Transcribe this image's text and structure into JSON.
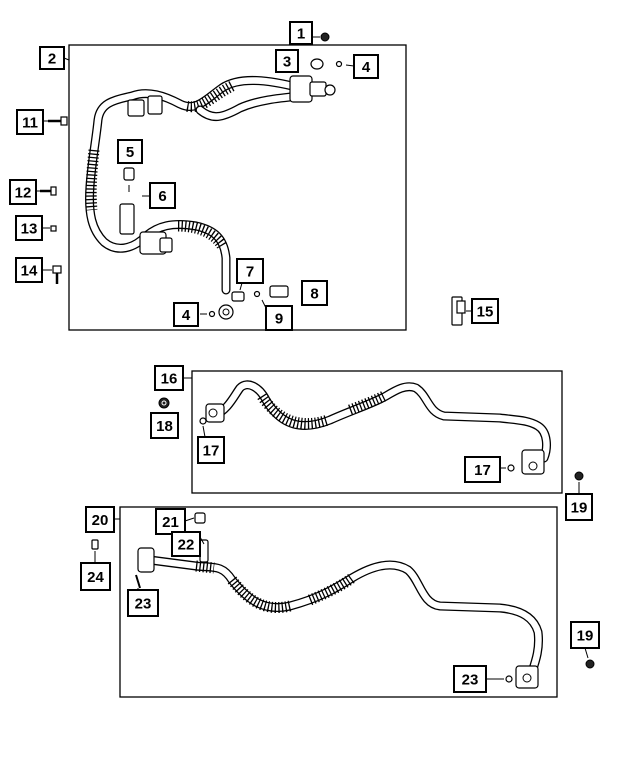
{
  "diagram": {
    "callouts": [
      {
        "id": "c1",
        "label": "1"
      },
      {
        "id": "c2",
        "label": "2"
      },
      {
        "id": "c3",
        "label": "3"
      },
      {
        "id": "c4a",
        "label": "4"
      },
      {
        "id": "c4b",
        "label": "4"
      },
      {
        "id": "c5",
        "label": "5"
      },
      {
        "id": "c6",
        "label": "6"
      },
      {
        "id": "c7",
        "label": "7"
      },
      {
        "id": "c8",
        "label": "8"
      },
      {
        "id": "c9",
        "label": "9"
      },
      {
        "id": "c11",
        "label": "11"
      },
      {
        "id": "c12",
        "label": "12"
      },
      {
        "id": "c13",
        "label": "13"
      },
      {
        "id": "c14",
        "label": "14"
      },
      {
        "id": "c15",
        "label": "15"
      },
      {
        "id": "c16",
        "label": "16"
      },
      {
        "id": "c17a",
        "label": "17"
      },
      {
        "id": "c17b",
        "label": "17"
      },
      {
        "id": "c18",
        "label": "18"
      },
      {
        "id": "c19a",
        "label": "19"
      },
      {
        "id": "c19b",
        "label": "19"
      },
      {
        "id": "c20",
        "label": "20"
      },
      {
        "id": "c21",
        "label": "21"
      },
      {
        "id": "c22",
        "label": "22"
      },
      {
        "id": "c23a",
        "label": "23"
      },
      {
        "id": "c23b",
        "label": "23"
      },
      {
        "id": "c24",
        "label": "24"
      }
    ]
  }
}
